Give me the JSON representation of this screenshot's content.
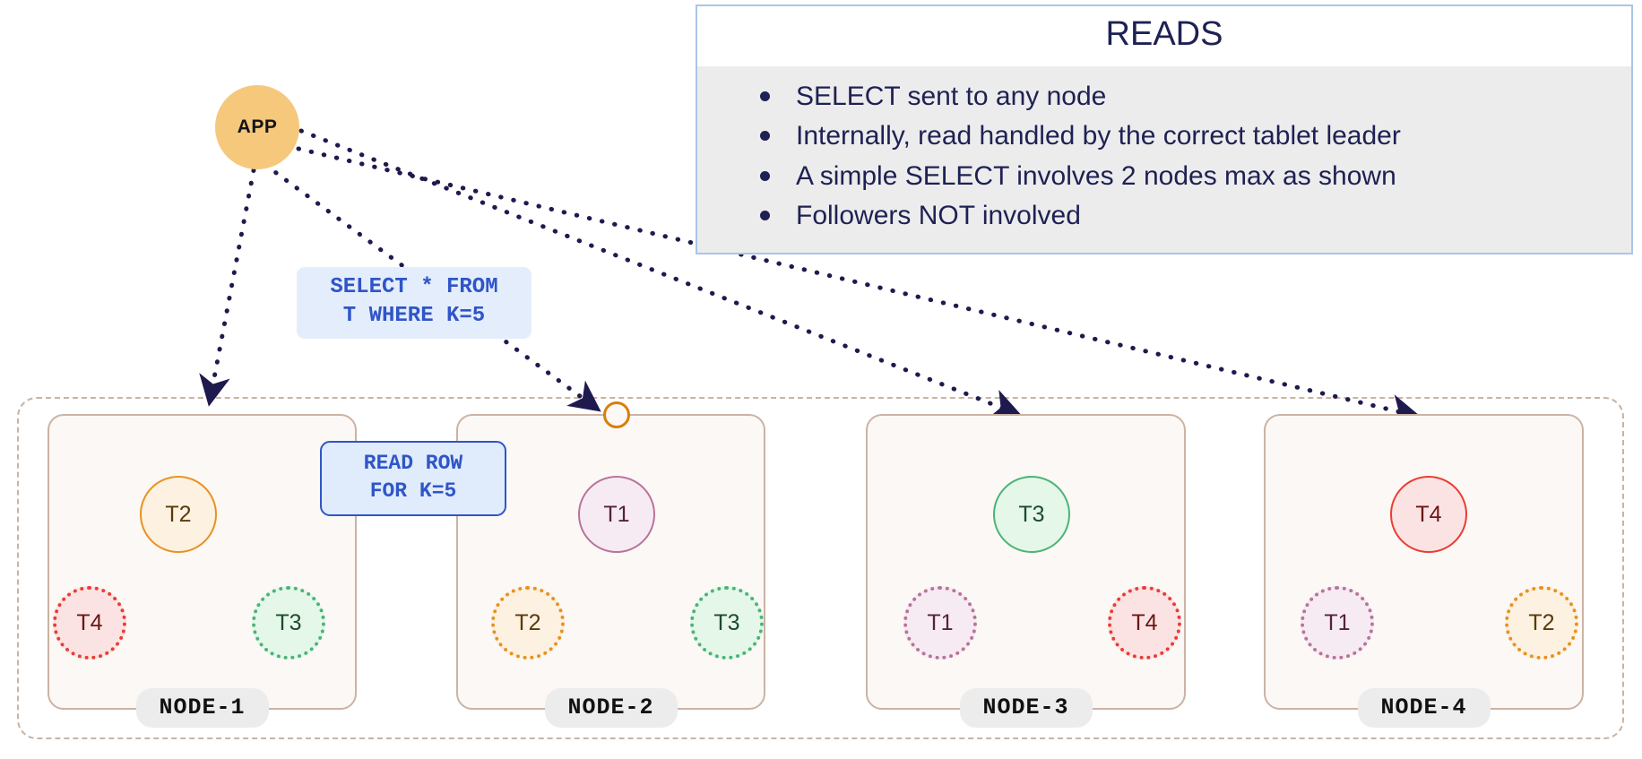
{
  "app": {
    "label": "APP",
    "color": "#F5C87B"
  },
  "reads_panel": {
    "title": "READS",
    "border_color": "#A9C6E8",
    "body_color": "#ECECEC",
    "text_color": "#1E2153",
    "bullets": [
      "SELECT sent to any node",
      "Internally, read handled by the correct tablet leader",
      "A simple SELECT involves 2 nodes max as shown",
      "Followers NOT involved"
    ]
  },
  "sql_callout": {
    "line1": "SELECT * FROM",
    "line2": "T WHERE K=5",
    "bg": "#E4EDFB",
    "color": "#2F55C8"
  },
  "read_callout": {
    "line1": "READ ROW",
    "line2": "FOR K=5",
    "bg": "#E0EBFC",
    "border": "#2F55C8",
    "color": "#2F55C8"
  },
  "cluster": {
    "border_color": "#C9B3A2"
  },
  "connector_ring": {
    "color": "#D97E0A"
  },
  "arrow_color": "#1F1A4E",
  "read_arrow_color": "#5C9BE0",
  "tablet_styles": {
    "T1": {
      "fill": "#F6EBF2",
      "stroke": "#B9739B",
      "text": "#55213F"
    },
    "T2": {
      "fill": "#FDF1E1",
      "stroke": "#E8921F",
      "text": "#5A3A0B"
    },
    "T3": {
      "fill": "#E4F7E9",
      "stroke": "#4CB377",
      "text": "#1E4A2C"
    },
    "T4": {
      "fill": "#FBE3E3",
      "stroke": "#EA3C34",
      "text": "#6B1616"
    }
  },
  "nodes": [
    {
      "name": "NODE-1",
      "leader": {
        "label": "T2",
        "role": "leader"
      },
      "followers": [
        {
          "label": "T4",
          "role": "follower"
        },
        {
          "label": "T3",
          "role": "follower"
        }
      ]
    },
    {
      "name": "NODE-2",
      "leader": {
        "label": "T1",
        "role": "leader"
      },
      "followers": [
        {
          "label": "T2",
          "role": "follower"
        },
        {
          "label": "T3",
          "role": "follower"
        }
      ]
    },
    {
      "name": "NODE-3",
      "leader": {
        "label": "T3",
        "role": "leader"
      },
      "followers": [
        {
          "label": "T1",
          "role": "follower"
        },
        {
          "label": "T4",
          "role": "follower"
        }
      ]
    },
    {
      "name": "NODE-4",
      "leader": {
        "label": "T4",
        "role": "leader"
      },
      "followers": [
        {
          "label": "T1",
          "role": "follower"
        },
        {
          "label": "T2",
          "role": "follower"
        }
      ]
    }
  ]
}
